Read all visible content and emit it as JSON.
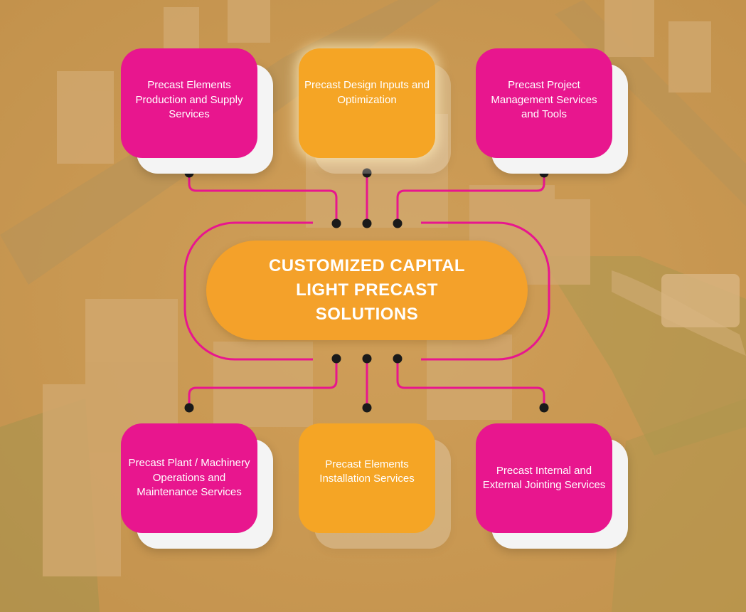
{
  "center": {
    "title": "CUSTOMIZED CAPITAL LIGHT PRECAST SOLUTIONS"
  },
  "cards": [
    {
      "label": "Precast Elements Production and Supply Services",
      "color": "pink"
    },
    {
      "label": "Precast Design Inputs and Optimization",
      "color": "orange"
    },
    {
      "label": "Precast Project Management Services and Tools",
      "color": "pink"
    },
    {
      "label": "Precast Plant / Machinery Operations and Maintenance Services",
      "color": "pink"
    },
    {
      "label": "Precast Elements Installation Services",
      "color": "orange"
    },
    {
      "label": "Precast Internal and External Jointing Services",
      "color": "pink"
    }
  ],
  "colors": {
    "pink": "#e8168e",
    "orange": "#f5a525",
    "background": "#d9a15a"
  }
}
